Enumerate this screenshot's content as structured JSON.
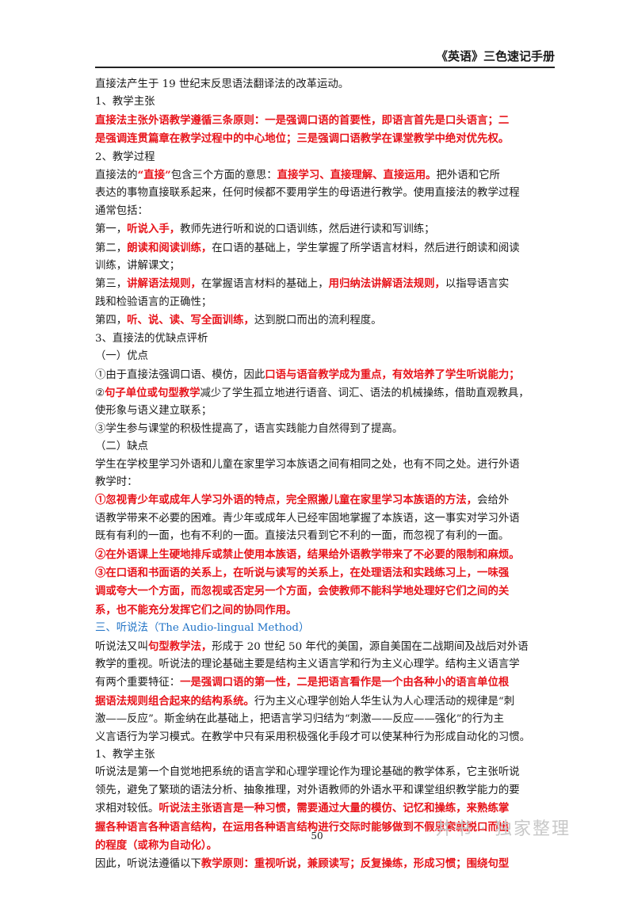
{
  "header": {
    "title": "《英语》三色速记手册"
  },
  "lines": [
    [
      [
        "直接法产生于 19 世纪末反思语法翻译法的改革运动。",
        ""
      ]
    ],
    [
      [
        "1、教学主张",
        ""
      ]
    ],
    [
      [
        "直接法主张外语教学遵循三条原则：一是强调口语的首要性，即语言首先是口头语言；二",
        "r"
      ]
    ],
    [
      [
        "是强调连贯篇章在教学过程中的中心地位；三是强调口语教学在课堂教学中绝对优先权。",
        "r"
      ]
    ],
    [
      [
        "2、教学过程",
        ""
      ]
    ],
    [
      [
        "直接法的",
        ""
      ],
      [
        "“直接”",
        "r"
      ],
      [
        "包含三个方面的意思：",
        ""
      ],
      [
        "直接学习、直接理解、直接运用。",
        "r"
      ],
      [
        "把外语和它所",
        ""
      ]
    ],
    [
      [
        "表达的事物直接联系起来，任何时候都不要用学生的母语进行教学。使用直接法的教学过程",
        ""
      ]
    ],
    [
      [
        "通常包括：",
        ""
      ]
    ],
    [
      [
        "第一，",
        ""
      ],
      [
        "听说入手，",
        "r"
      ],
      [
        "教师先进行听和说的口语训练，然后进行读和写训练；",
        ""
      ]
    ],
    [
      [
        "第二，",
        ""
      ],
      [
        "朗读和阅读训练，",
        "r"
      ],
      [
        "在口语的基础上，学生掌握了所学语言材料，然后进行朗读和阅读",
        ""
      ]
    ],
    [
      [
        "训练，讲解课文；",
        ""
      ]
    ],
    [
      [
        "第三，",
        ""
      ],
      [
        "讲解语法规则，",
        "r"
      ],
      [
        "在掌握语言材料的基础上，",
        ""
      ],
      [
        "用归纳法讲解语法规则，",
        "r"
      ],
      [
        "以指导语言实",
        ""
      ]
    ],
    [
      [
        "践和检验语言的正确性；",
        ""
      ]
    ],
    [
      [
        "第四，",
        ""
      ],
      [
        "听、说、读、写全面训练，",
        "r"
      ],
      [
        "达到脱口而出的流利程度。",
        ""
      ]
    ],
    [
      [
        "3、直接法的优缺点评析",
        ""
      ]
    ],
    [
      [
        "（一）优点",
        ""
      ]
    ],
    [
      [
        "①由于直接法强调口语、模仿，因此",
        ""
      ],
      [
        "口语与语音教学成为重点，有效培养了学生听说能力；",
        "r"
      ]
    ],
    [
      [
        "②",
        ""
      ],
      [
        "句子单位或句型教学",
        "r"
      ],
      [
        "减少了学生孤立地进行语音、词汇、语法的机械操练，借助直观教具，",
        ""
      ]
    ],
    [
      [
        "使形象与语义建立联系；",
        ""
      ]
    ],
    [
      [
        "③学生参与课堂的积极性提高了，语言实践能力自然得到了提高。",
        ""
      ]
    ],
    [
      [
        "（二）缺点",
        ""
      ]
    ],
    [
      [
        "学生在学校里学习外语和儿童在家里学习本族语之间有相同之处，也有不同之处。进行外语",
        ""
      ]
    ],
    [
      [
        "教学时：",
        ""
      ]
    ],
    [
      [
        "①忽视青少年或成年人学习外语的特点，完全照搬儿童在家里学习本族语的方法，",
        "r"
      ],
      [
        "会给外",
        ""
      ]
    ],
    [
      [
        "语教学带来不必要的困难。青少年或成年人已经牢固地掌握了本族语，这一事实对学习外语",
        ""
      ]
    ],
    [
      [
        "既有有利的一面，也有不利的一面。直接法只看到它不利的一面，而忽视了有利的一面。",
        ""
      ]
    ],
    [
      [
        "②在外语课上生硬地排斥或禁止使用本族语，结果给外语教学带来了不必要的限制和麻烦。",
        "r"
      ]
    ],
    [
      [
        "③在口语和书面语的关系上，在听说与读写的关系上，在处理语法和实践练习上，一味强",
        "r"
      ]
    ],
    [
      [
        "调或夸大一个方面，而忽视或否定另一个方面，会使教师不能科学地处理好它们之间的关",
        "r"
      ]
    ],
    [
      [
        "系，也不能充分发挥它们之间的协同作用。",
        "r"
      ]
    ],
    [
      [
        "三、听说法（The Audio-lingual Method）",
        "b"
      ]
    ],
    [
      [
        "听说法又叫",
        ""
      ],
      [
        "句型教学法，",
        "r"
      ],
      [
        "形成于 20 世纪 50 年代的美国，源自美国在二战期间及战后对外语",
        ""
      ]
    ],
    [
      [
        "教学的重视。听说法的理论基础主要是结构主义语言学和行为主义心理学。结构主义语言学",
        ""
      ]
    ],
    [
      [
        "有两个重要特征：",
        ""
      ],
      [
        "一是强调口语的第一性，二是把语言看作是一个由各种小的语言单位根",
        "r"
      ]
    ],
    [
      [
        "据语法规则组合起来的结构系统。",
        "r"
      ],
      [
        "行为主义心理学创始人华生认为人心理活动的规律是“刺",
        ""
      ]
    ],
    [
      [
        "激——反应”。斯金纳在此基础上，把语言学习归结为“刺激——反应——强化”的行为主",
        ""
      ]
    ],
    [
      [
        "义言语行为学习模式。在教学中只有采用积极强化手段才可以使某种行为形成自动化的习惯。",
        ""
      ]
    ],
    [
      [
        "1、教学主张",
        ""
      ]
    ],
    [
      [
        "听说法是第一个自觉地把系统的语言学和心理学理论作为理论基础的教学体系，它主张听说",
        ""
      ]
    ],
    [
      [
        "领先，避免了繁琐的语法分析、抽象推理，对外语教师的外语水平和课堂组织教学能力的要",
        ""
      ]
    ],
    [
      [
        "求相对较低。",
        ""
      ],
      [
        "听说法主张语言是一种习惯，需要通过大量的模仿、记忆和操练，来熟练掌",
        "r"
      ]
    ],
    [
      [
        "握各种语言各种语言结构，在运用各种语言结构进行交际时能够做到不假思索就脱口而出",
        "r"
      ]
    ],
    [
      [
        "的程度（或称为自动化）。",
        "r"
      ]
    ],
    [
      [
        "因此，听说法遵循以下",
        ""
      ],
      [
        "教学原则：重视听说，兼顾读写；反复操练，形成习惯；围绕句型",
        "r"
      ]
    ]
  ],
  "footer": {
    "page_number": "50"
  },
  "watermark": {
    "text": "井书 · 独家整理"
  }
}
